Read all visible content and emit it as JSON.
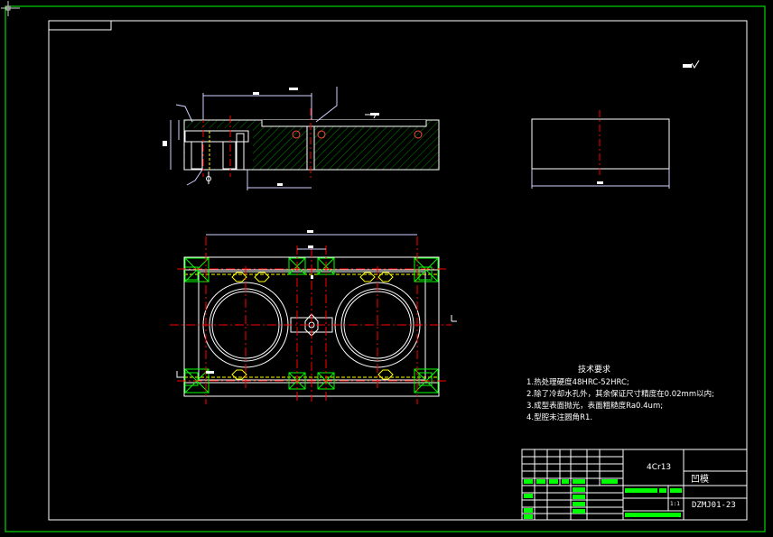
{
  "colors": {
    "background": "#000000",
    "border": "#00ff00",
    "outline": "#ffffff",
    "center_line": "#ff0000",
    "hatch": "#00aa00",
    "hidden_line": "#ffff00",
    "dimension": "#d0d0ff",
    "title_green": "#00ff00"
  },
  "technical_requirements": {
    "heading": "技术要求",
    "items": [
      "1.热处理硬度48HRC-52HRC;",
      "2.除了冷却水孔外，其余保证尺寸精度在0.02mm以内;",
      "3.成型表面抛光，表面粗糙度Ra0.4um;",
      "4.型腔未注圆角R1."
    ]
  },
  "title_block": {
    "material": "4Cr13",
    "part_name": "凹模",
    "drawing_number": "DZMJ01-23",
    "scale": "1:1"
  },
  "icons": {
    "roughness": "surface-roughness-icon",
    "ucs": "ucs-axis-icon"
  }
}
